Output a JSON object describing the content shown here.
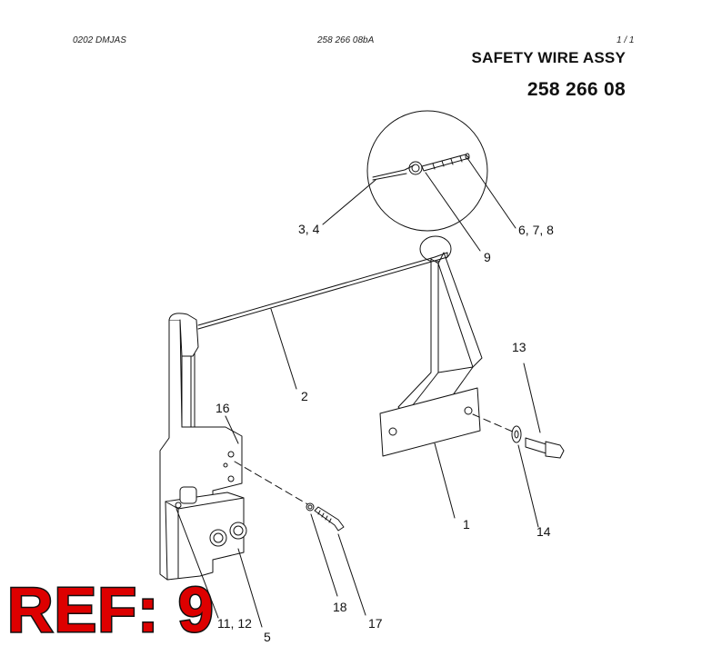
{
  "header": {
    "left": "0202 DMJAS",
    "center": "258 266 08bA",
    "page": "1 /   1"
  },
  "title": "SAFETY WIRE ASSY",
  "part_number": "258 266 08",
  "callouts": {
    "c1": "1",
    "c2": "2",
    "c3_4": "3, 4",
    "c5": "5",
    "c6_7_8": "6, 7, 8",
    "c9": "9",
    "c11_12": "11, 12",
    "c13": "13",
    "c14": "14",
    "c16": "16",
    "c17": "17",
    "c18": "18"
  },
  "ref_badge": "REF: 9",
  "colors": {
    "ref_fill": "#dd0000",
    "ink": "#111111"
  }
}
